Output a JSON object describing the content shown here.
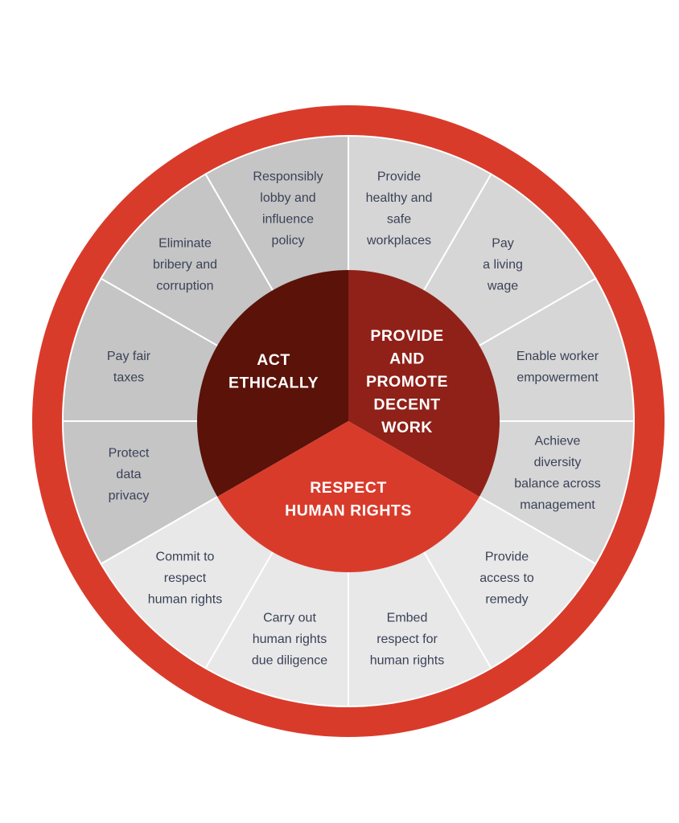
{
  "colors": {
    "outer_ring": "#d93b2b",
    "ring_divider": "#ffffff",
    "act_ethically_fill": "#c5c5c5",
    "decent_work_fill": "#d6d6d6",
    "human_rights_fill": "#e8e8e8",
    "act_ethically_core": "#5a1209",
    "decent_work_core": "#8f2119",
    "human_rights_core": "#d93b2b",
    "segment_text": "#3a4257",
    "core_text": "#ffffff"
  },
  "core": [
    {
      "id": "act-ethically",
      "lines": [
        "ACT",
        "ETHICALLY"
      ]
    },
    {
      "id": "provide-and-promote-decent-work",
      "lines": [
        "PROVIDE",
        "AND",
        "PROMOTE",
        "DECENT",
        "WORK"
      ]
    },
    {
      "id": "respect-human-rights",
      "lines": [
        "RESPECT",
        "HUMAN RIGHTS"
      ]
    }
  ],
  "segments": [
    {
      "id": "provide-healthy-and-safe-workplaces",
      "group": "decent-work",
      "lines": [
        "Provide",
        "healthy and",
        "safe",
        "workplaces"
      ]
    },
    {
      "id": "pay-a-living-wage",
      "group": "decent-work",
      "lines": [
        "Pay",
        "a living",
        "wage"
      ]
    },
    {
      "id": "enable-worker-empowerment",
      "group": "decent-work",
      "lines": [
        "Enable worker",
        "empowerment"
      ]
    },
    {
      "id": "achieve-diversity-balance",
      "group": "decent-work",
      "lines": [
        "Achieve",
        "diversity",
        "balance across",
        "management"
      ]
    },
    {
      "id": "provide-access-to-remedy",
      "group": "human-rights",
      "lines": [
        "Provide",
        "access to",
        "remedy"
      ]
    },
    {
      "id": "embed-respect-for-human-rights",
      "group": "human-rights",
      "lines": [
        "Embed",
        "respect for",
        "human rights"
      ]
    },
    {
      "id": "carry-out-human-rights-due-diligence",
      "group": "human-rights",
      "lines": [
        "Carry out",
        "human rights",
        "due diligence"
      ]
    },
    {
      "id": "commit-to-respect-human-rights",
      "group": "human-rights",
      "lines": [
        "Commit to",
        "respect",
        "human rights"
      ]
    },
    {
      "id": "protect-data-privacy",
      "group": "ethics",
      "lines": [
        "Protect",
        "data",
        "privacy"
      ]
    },
    {
      "id": "pay-fair-taxes",
      "group": "ethics",
      "lines": [
        "Pay fair",
        "taxes"
      ]
    },
    {
      "id": "eliminate-bribery-and-corruption",
      "group": "ethics",
      "lines": [
        "Eliminate",
        "bribery and",
        "corruption"
      ]
    },
    {
      "id": "responsibly-lobby-and-influence-policy",
      "group": "ethics",
      "lines": [
        "Responsibly",
        "lobby and",
        "influence",
        "policy"
      ]
    }
  ]
}
